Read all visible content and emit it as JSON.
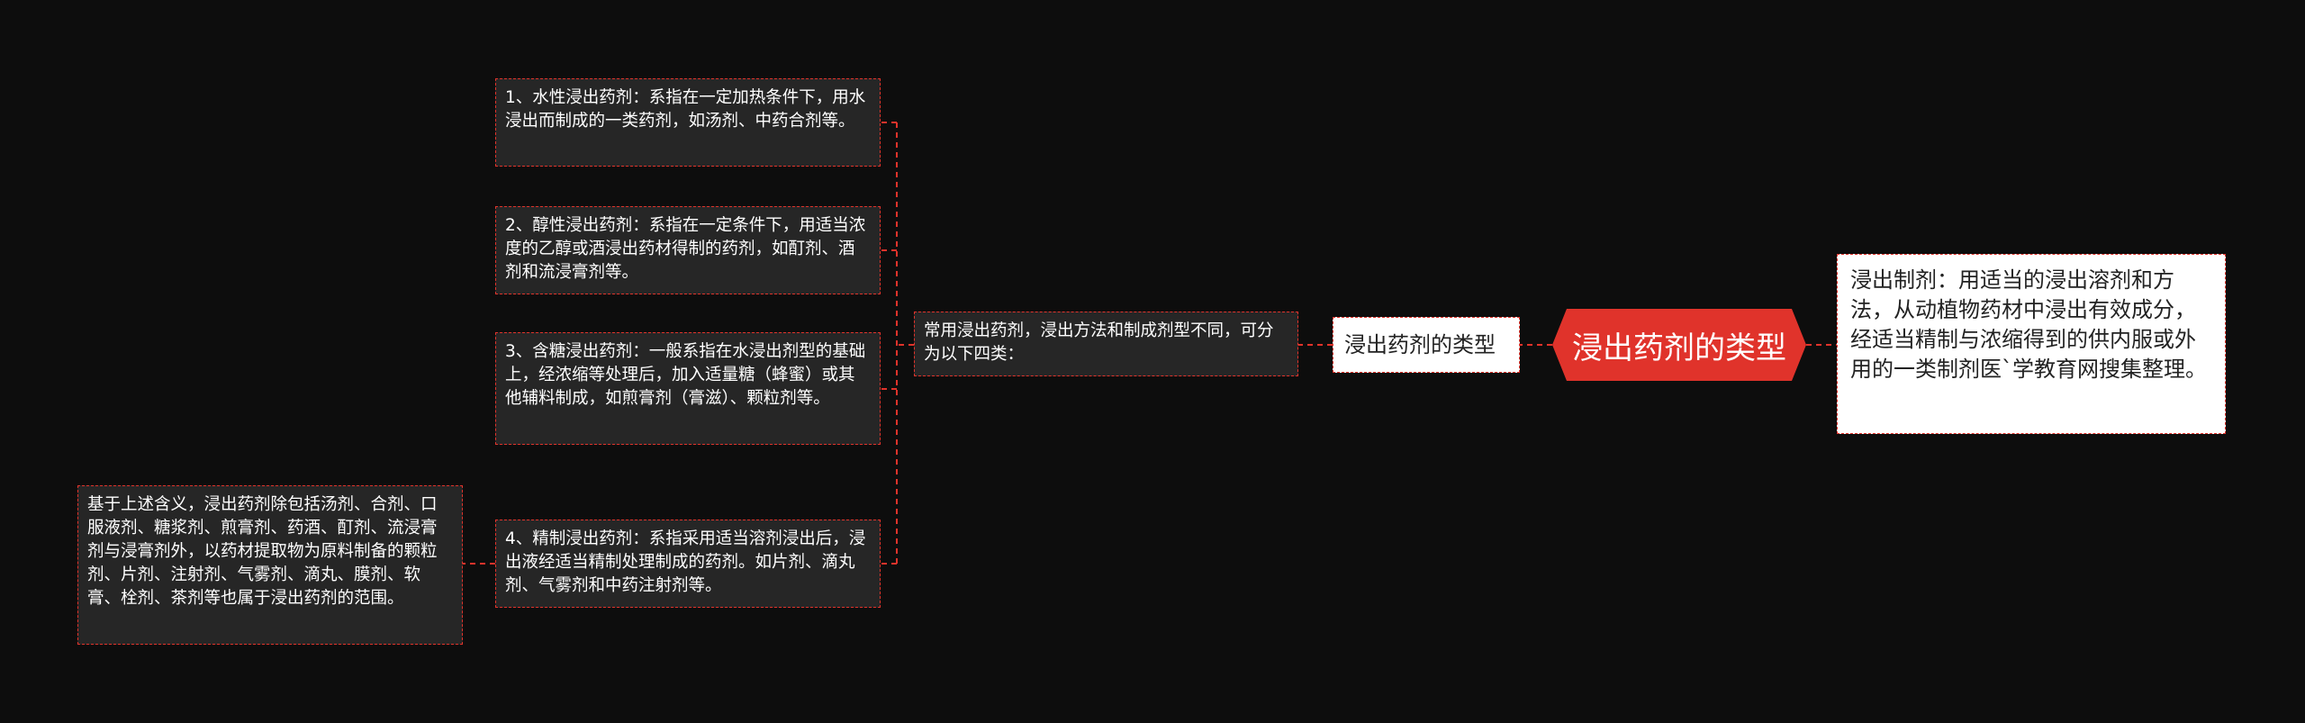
{
  "central": "浸出药剂的类型",
  "definition": "浸出制剂：用适当的浸出溶剂和方法，从动植物药材中浸出有效成分，经适当精制与浓缩得到的供内服或外用的一类制剂医`学教育网搜集整理。",
  "types_label": "浸出药剂的类型",
  "summary": "常用浸出药剂，浸出方法和制成剂型不同，可分为以下四类：",
  "items": [
    "1、水性浸出药剂：系指在一定加热条件下，用水浸出而制成的一类药剂，如汤剂、中药合剂等。",
    "2、醇性浸出药剂：系指在一定条件下，用适当浓度的乙醇或酒浸出药材得制的药剂，如酊剂、酒剂和流浸膏剂等。",
    "3、含糖浸出药剂：一般系指在水浸出剂型的基础上，经浓缩等处理后，加入适量糖（蜂蜜）或其他辅料制成，如煎膏剂（膏滋）、颗粒剂等。",
    "4、精制浸出药剂：系指采用适当溶剂浸出后，浸出液经适当精制处理制成的药剂。如片剂、滴丸剂、气雾剂和中药注射剂等。"
  ],
  "note": "基于上述含义，浸出药剂除包括汤剂、合剂、口服液剂、糖浆剂、煎膏剂、药酒、酊剂、流浸膏剂与浸膏剂外，以药材提取物为原料制备的颗粒剂、片剂、注射剂、气雾剂、滴丸、膜剂、软膏、栓剂、茶剂等也属于浸出药剂的范围。",
  "colors": {
    "background": "#0d0d0d",
    "accent": "#e0332b",
    "node_fill": "#262626",
    "light_fill": "#ffffff"
  }
}
